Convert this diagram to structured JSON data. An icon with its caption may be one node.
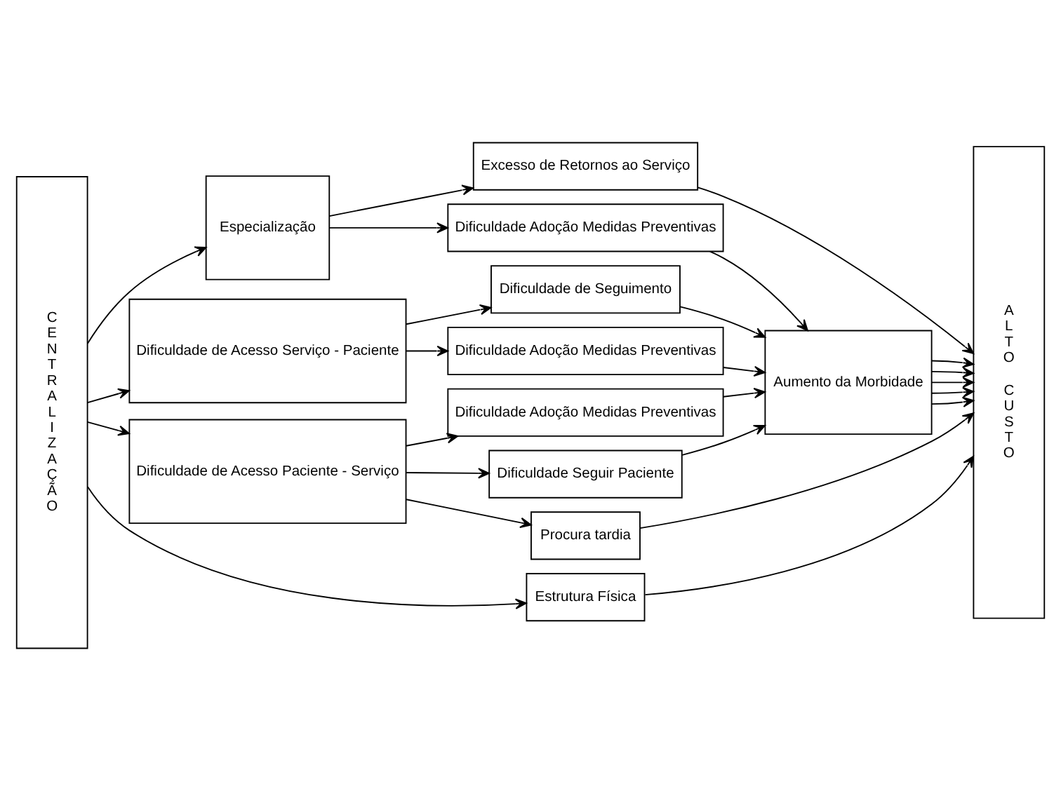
{
  "diagram": {
    "nodes": [
      {
        "text": [
          "CENTRALIZAÇÃO"
        ]
      },
      {
        "text": [
          "Especialização"
        ]
      },
      {
        "text": [
          "Dificuldade de Acesso Serviço - Paciente"
        ]
      },
      {
        "text": [
          "Dificuldade de Acesso Paciente - Serviço"
        ]
      },
      {
        "text": [
          "Excesso de Retornos ao Serviço"
        ]
      },
      {
        "text": [
          "Dificuldade Adoção Medidas Preventivas"
        ]
      },
      {
        "text": [
          "Dificuldade de Seguimento"
        ]
      },
      {
        "text": [
          "Dificuldade Adoção Medidas Preventivas"
        ]
      },
      {
        "text": [
          "Dificuldade Adoção Medidas Preventivas"
        ]
      },
      {
        "text": [
          "Dificuldade Seguir Paciente"
        ]
      },
      {
        "text": [
          "Procura tardia"
        ]
      },
      {
        "text": [
          "Estrutura Física"
        ]
      },
      {
        "text": [
          "Aumento da Morbidade"
        ]
      },
      {
        "text": [
          "ALTO CUSTO"
        ]
      }
    ],
    "edges": [
      {
        "from": 0,
        "to": 1,
        "arrow": "to"
      },
      {
        "from": 0,
        "to": 2,
        "arrow": "to"
      },
      {
        "from": 0,
        "to": 3,
        "arrow": "to"
      },
      {
        "from": 0,
        "to": 11,
        "arrow": "to"
      },
      {
        "from": 1,
        "to": 4,
        "arrow": "to"
      },
      {
        "from": 1,
        "to": 5,
        "arrow": "to"
      },
      {
        "from": 2,
        "to": 6,
        "arrow": "to"
      },
      {
        "from": 2,
        "to": 7,
        "arrow": "to"
      },
      {
        "from": 3,
        "to": 8,
        "arrow": "to"
      },
      {
        "from": 3,
        "to": 9,
        "arrow": "to"
      },
      {
        "from": 3,
        "to": 10,
        "arrow": "to"
      },
      {
        "from": 4,
        "to": 13,
        "arrow": "to"
      },
      {
        "from": 5,
        "to": 12,
        "arrow": "to"
      },
      {
        "from": 6,
        "to": 12,
        "arrow": "to"
      },
      {
        "from": 7,
        "to": 12,
        "arrow": "to"
      },
      {
        "from": 8,
        "to": 12,
        "arrow": "to"
      },
      {
        "from": 9,
        "to": 12,
        "arrow": "to"
      },
      {
        "from": 12,
        "to": 13,
        "arrow": "to"
      },
      {
        "from": 12,
        "to": 13,
        "arrow": "to"
      },
      {
        "from": 12,
        "to": 13,
        "arrow": "to"
      },
      {
        "from": 12,
        "to": 13,
        "arrow": "to"
      },
      {
        "from": 12,
        "to": 13,
        "arrow": "to"
      },
      {
        "from": 10,
        "to": 13,
        "arrow": "to"
      },
      {
        "from": 11,
        "to": 13,
        "arrow": "to"
      }
    ]
  }
}
